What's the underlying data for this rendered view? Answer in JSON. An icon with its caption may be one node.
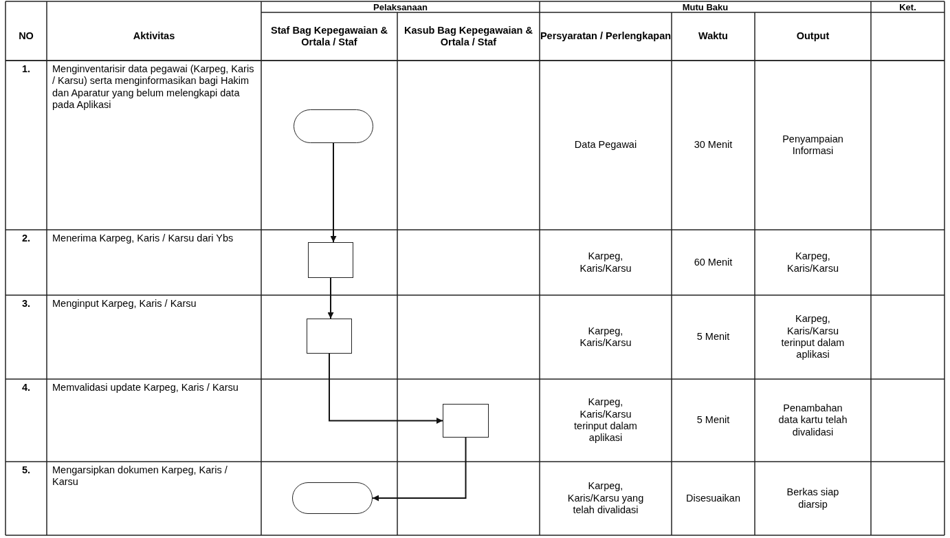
{
  "diagram": {
    "nodes": [
      {
        "text": [],
        "shape": "stadium"
      },
      {
        "text": [],
        "shape": "box"
      },
      {
        "text": [],
        "shape": "box"
      },
      {
        "text": [],
        "shape": "box"
      },
      {
        "text": [],
        "shape": "stadium"
      }
    ],
    "edges": [
      {
        "from": 0,
        "to": 1,
        "arrow": "to"
      },
      {
        "from": 1,
        "to": 2,
        "arrow": "to"
      },
      {
        "from": 2,
        "to": 3,
        "arrow": "to"
      },
      {
        "from": 3,
        "to": 4,
        "arrow": "to"
      }
    ],
    "labels": [
      "Pelaksanaan",
      "Mutu Baku",
      "Ket.",
      "NO",
      "Aktivitas",
      "Staf Bag Kepegawaian & Ortala / Staf",
      "Kasub Bag Kepegawaian & Ortala / Staf",
      "Persyaratan / Perlengkapan",
      "Waktu",
      "Output",
      "1.",
      "Menginventarisir data pegawai (Karpeg, Karis / Karsu) serta menginformasikan bagi Hakim dan Aparatur yang belum melengkapi data pada Aplikasi",
      "Data Pegawai",
      "30 Menit",
      "Penyampaian Informasi",
      "2.",
      "Menerima Karpeg, Karis / Karsu dari Ybs",
      "Karpeg, Karis/Karsu",
      "60 Menit",
      "Karpeg, Karis/Karsu",
      "3.",
      "Menginput Karpeg, Karis / Karsu",
      "Karpeg, Karis/Karsu",
      "5 Menit",
      "Karpeg, Karis/Karsu terinput dalam aplikasi",
      "4.",
      "Memvalidasi update Karpeg, Karis / Karsu",
      "Karpeg, Karis/Karsu terinput dalam aplikasi",
      "5 Menit",
      "Penambahan data kartu telah divalidasi",
      "5.",
      "Mengarsipkan dokumen Karpeg, Karis / Karsu",
      "Karpeg, Karis/Karsu yang telah divalidasi",
      "Disesuaikan",
      "Berkas siap diarsip"
    ]
  }
}
